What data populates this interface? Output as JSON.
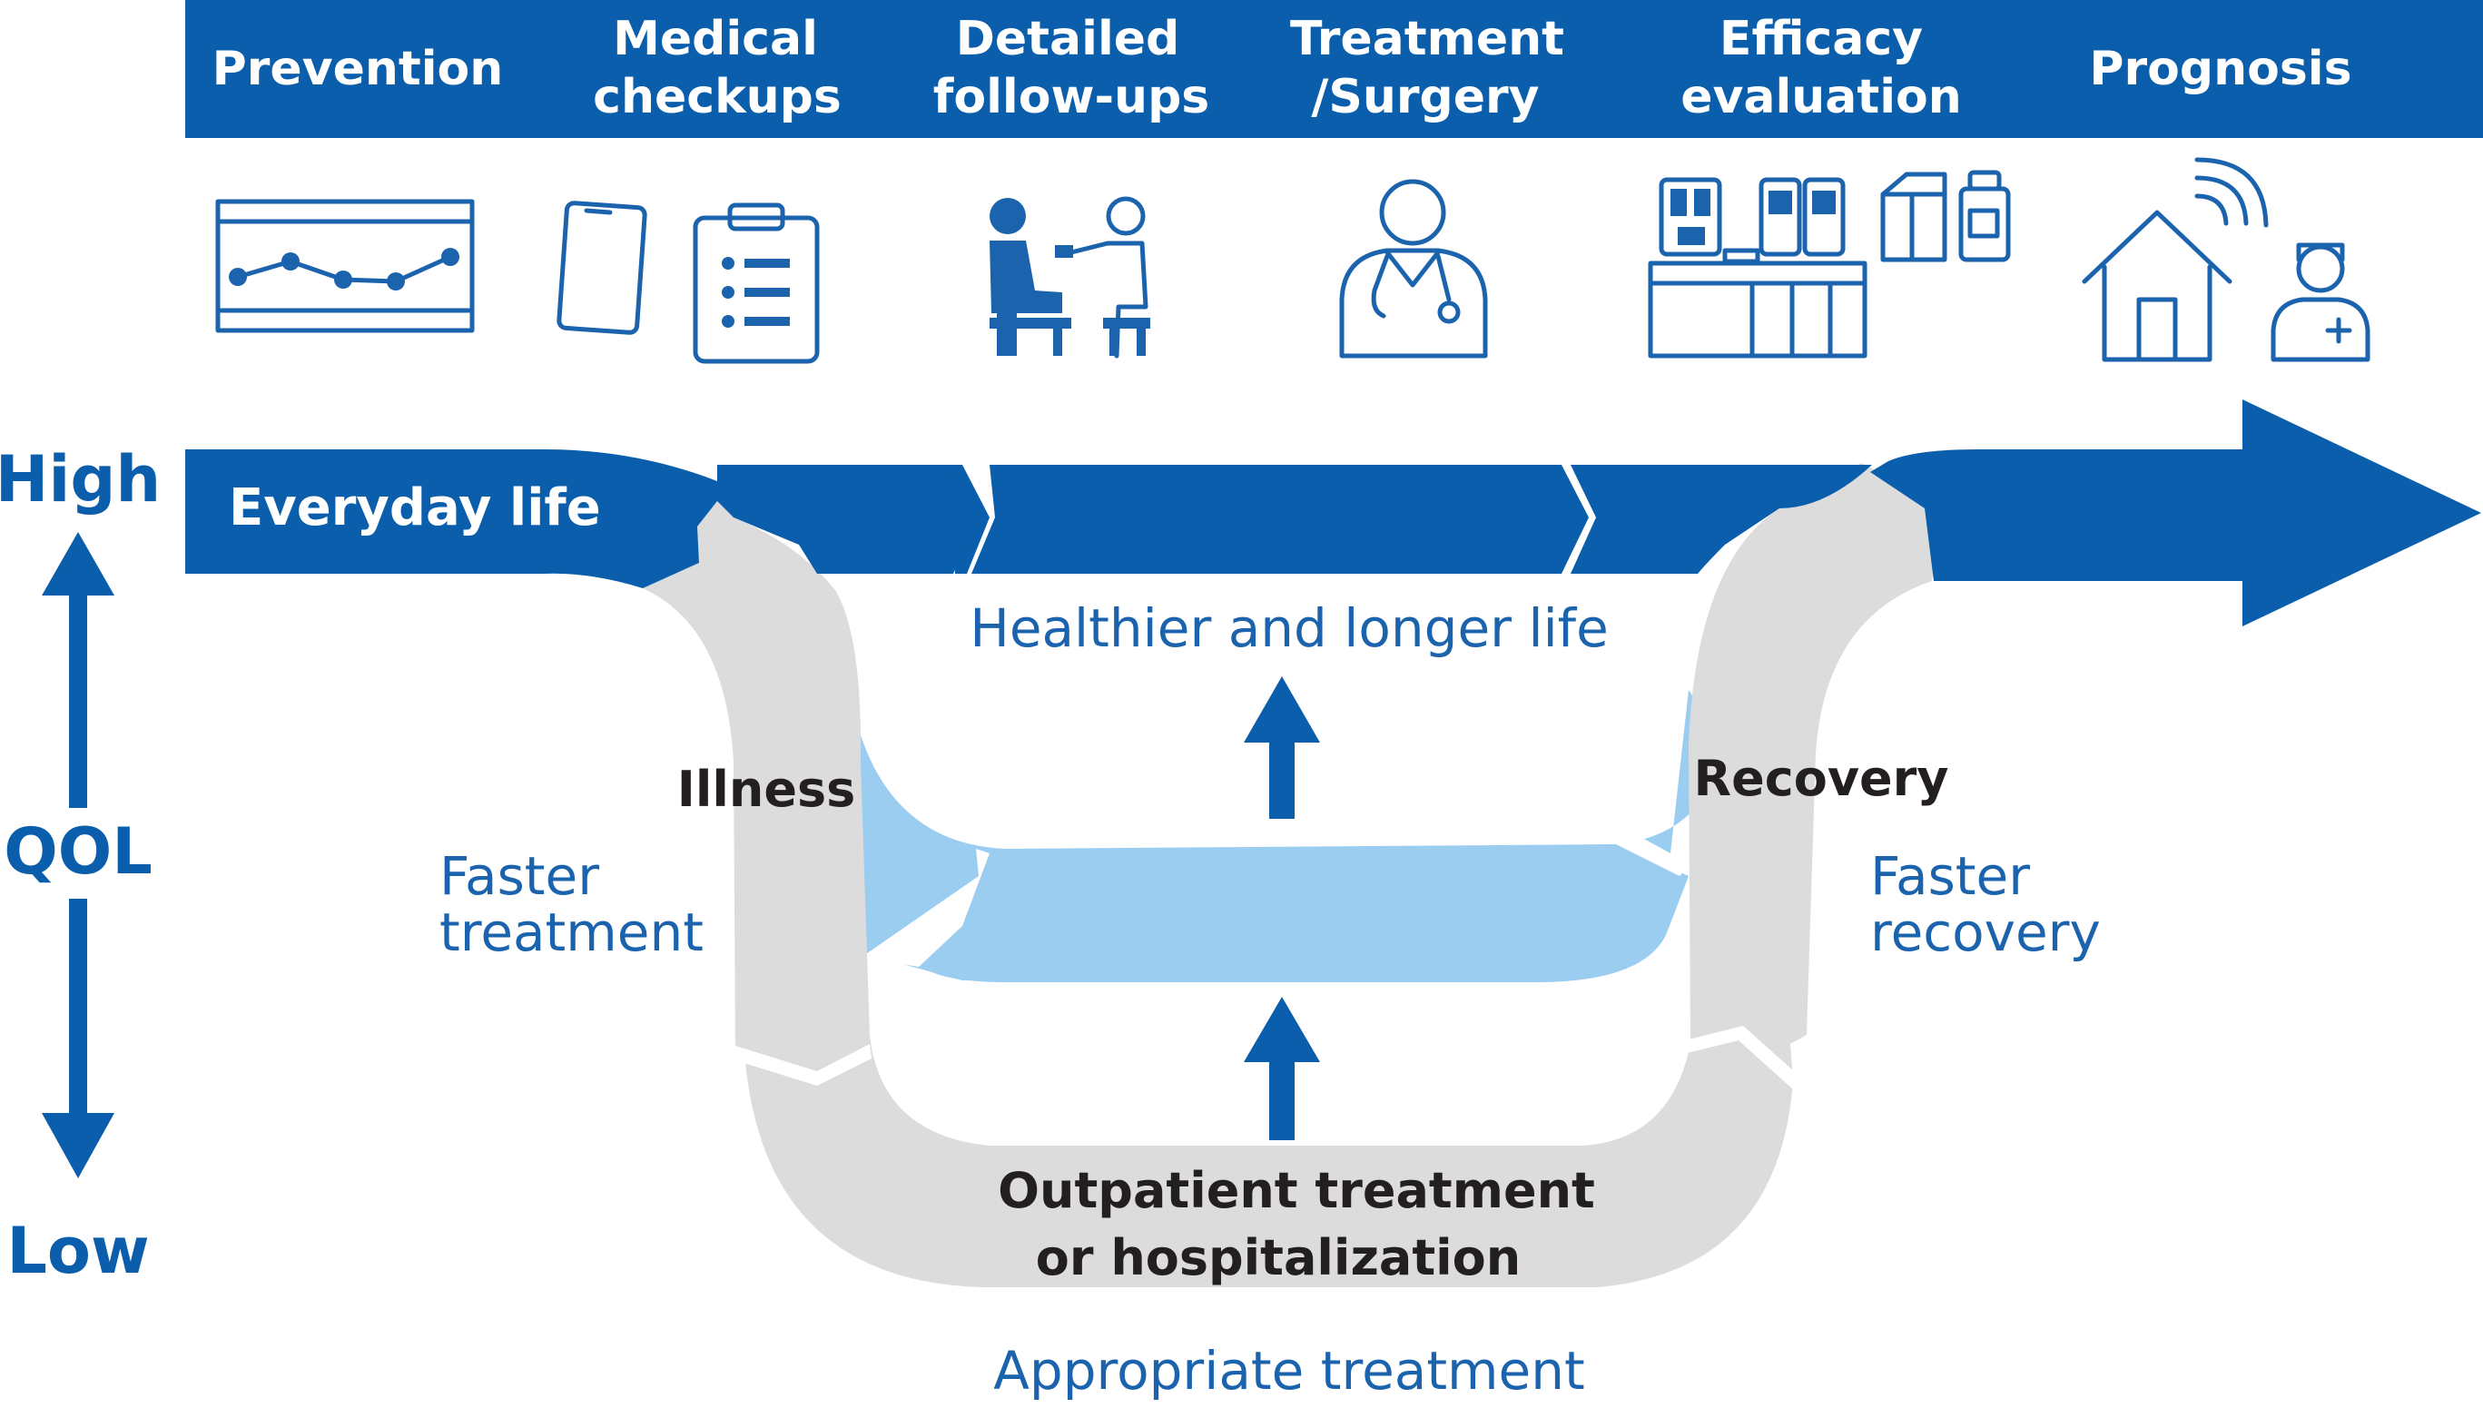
{
  "header": {
    "stages": [
      {
        "line1": "Prevention",
        "line2": ""
      },
      {
        "line1": "Medical",
        "line2": "checkups"
      },
      {
        "line1": "Detailed",
        "line2": "follow-ups"
      },
      {
        "line1": "Treatment",
        "line2": "/Surgery"
      },
      {
        "line1": "Efficacy",
        "line2": "evaluation"
      },
      {
        "line1": "Prognosis",
        "line2": ""
      }
    ]
  },
  "icons": [
    "chart-monitor-icon",
    "smartphone-icon",
    "clipboard-checklist-icon",
    "doctor-patient-consultation-icon",
    "doctor-icon",
    "lab-analyzer-icon",
    "reagent-containers-icon",
    "home-signal-icon",
    "nurse-icon"
  ],
  "qol_axis": {
    "high": "High",
    "label": "QOL",
    "low": "Low"
  },
  "main_arrow": {
    "label": "Everyday life"
  },
  "labels": {
    "healthier": "Healthier and longer life",
    "illness": "Illness",
    "recovery": "Recovery",
    "faster_treatment_1": "Faster",
    "faster_treatment_2": "treatment",
    "faster_recovery_1": "Faster",
    "faster_recovery_2": "recovery",
    "outpatient_1": "Outpatient treatment",
    "outpatient_2": "or hospitalization",
    "appropriate": "Appropriate treatment"
  },
  "colors": {
    "primary_blue": "#0b5eab",
    "light_blue": "#9bcdf1",
    "gray_path": "#dcdcdc",
    "dark_text": "#231f20"
  }
}
